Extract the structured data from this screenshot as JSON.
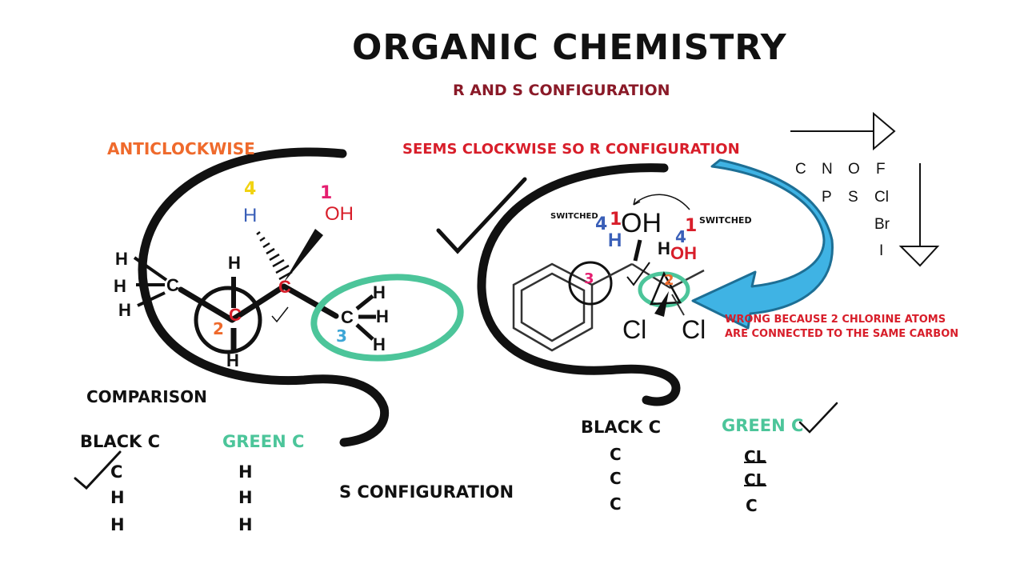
{
  "title": "ORGANIC CHEMISTRY",
  "subtitle": "R AND S CONFIGURATION",
  "left": {
    "heading": "ANTICLOCKWISE",
    "atoms": {
      "p4": "4",
      "h_top": "H",
      "p1": "1",
      "oh": "OH",
      "h_c1a": "H",
      "h_c1b": "H",
      "h_c1c": "H",
      "c1": "C",
      "h_mid_top": "H",
      "c_red1": "C",
      "p2": "2",
      "h_mid_bot": "H",
      "c_red2": "C",
      "c_green": "C",
      "p3": "3",
      "h_g1": "H",
      "h_g2": "H",
      "h_g3": "H"
    },
    "comparison_label": "COMPARISON",
    "black_c_label": "BLACK C",
    "green_c_label": "GREEN C",
    "black_col": [
      "C",
      "H",
      "H"
    ],
    "green_col": [
      "H",
      "H",
      "H"
    ],
    "result": "S CONFIGURATION"
  },
  "right": {
    "heading": "SEEMS CLOCKWISE SO R CONFIGURATION",
    "switched_left": "SWITCHED",
    "switched_right": "SWITCHED",
    "atoms": {
      "p4": "4",
      "p1": "1",
      "oh": "OH",
      "h": "H",
      "p1b": "1",
      "p4b": "4",
      "h2": "H",
      "oh2": "OH",
      "p3": "3",
      "p2": "2",
      "cl1": "Cl",
      "cl2": "Cl"
    },
    "wrong_line1": "WRONG BECAUSE 2 CHLORINE ATOMS",
    "wrong_line2": "ARE CONNECTED TO THE SAME CARBON",
    "black_c_label": "BLACK C",
    "green_c_label": "GREEN C",
    "black_col": [
      "C",
      "C",
      "C"
    ],
    "green_col": [
      "CL",
      "CL",
      "C"
    ]
  },
  "priority_table": {
    "row1": [
      "C",
      "N",
      "O",
      "F"
    ],
    "row2": [
      "P",
      "S",
      "Cl"
    ],
    "row3": "Br",
    "row4": "I"
  },
  "colors": {
    "orange": "#ef6a2c",
    "red": "#d81e2a",
    "green": "#4cc59a",
    "blue_arrow": "#3fb3e4",
    "dark_red": "#8a1a28"
  }
}
